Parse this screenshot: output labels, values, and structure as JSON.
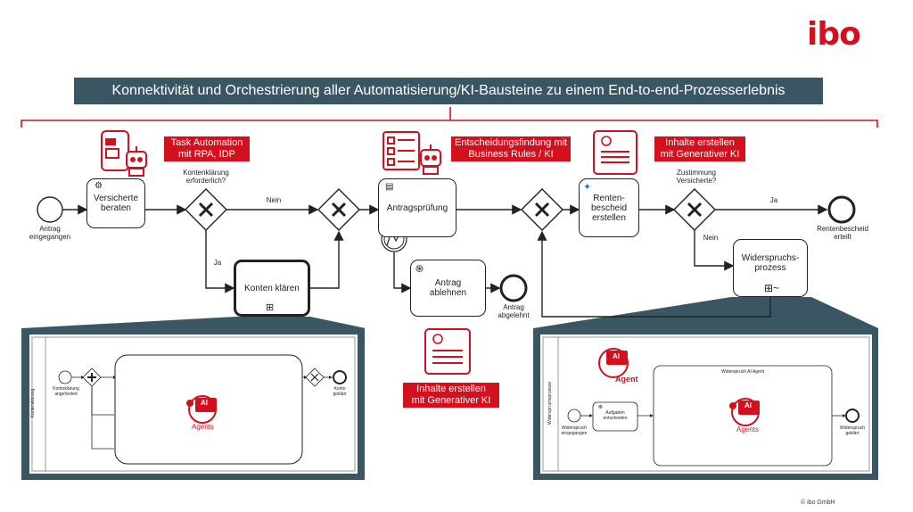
{
  "logo": "ibo",
  "banner": "Konnektivität und Orchestrierung aller Automatisierung/KI-Bausteine zu einem End-to-end-Prozesserlebnis",
  "labels": {
    "task_automation": [
      "Task Automation",
      "mit RPA, IDP"
    ],
    "entscheidung": [
      "Entscheidungsfindung mit",
      "Business Rules / KI"
    ],
    "inhalte_top": [
      "Inhalte erstellen",
      "mit Generativer KI"
    ],
    "inhalte_bottom": [
      "Inhalte erstellen",
      "mit Generativer KI"
    ]
  },
  "events": {
    "start": [
      "Antrag",
      "eingegangen"
    ],
    "abgelehnt": [
      "Antrag",
      "abgelehnt"
    ],
    "end": [
      "Rentenbescheid",
      "erteilt"
    ]
  },
  "gateways": {
    "g1_question": [
      "Kontenklärung",
      "erforderlich?"
    ],
    "g4_question": [
      "Zustimmung",
      "Versicherte?"
    ]
  },
  "flows": {
    "nein1": "Nein",
    "ja1": "Ja",
    "ja2": "Ja",
    "nein2": "Nein"
  },
  "tasks": {
    "beraten": [
      "Versicherte",
      "beraten"
    ],
    "konten": "Konten klären",
    "pruefung": "Antragsprüfung",
    "ablehnen": [
      "Antrag",
      "ablehnen"
    ],
    "bescheid": [
      "Renten-",
      "bescheid",
      "erstellen"
    ],
    "widerspruch": [
      "Widerspruchs-",
      "prozess"
    ]
  },
  "detail_left": {
    "lane": "Kontenklärung",
    "start": [
      "Kontoklärung",
      "angefordert"
    ],
    "end": [
      "Konto",
      "geklärt"
    ],
    "agents": "Agents",
    "ai": "AI"
  },
  "detail_right": {
    "lane": "Widerspruchsprozess",
    "agent": "Agent",
    "ai": "AI",
    "task": [
      "Aufgaben",
      "entscheiden"
    ],
    "sub_title": "Widerspruch AI Agent",
    "agents": "Agents",
    "start": [
      "Widerspruch",
      "eingegangen"
    ],
    "end": [
      "Widerspruch",
      "geklärt"
    ]
  },
  "copyright": "© ibo GmbH",
  "colors": {
    "brand_red": "#d5101e",
    "banner_bg": "#3a5663",
    "detail_bg": "#3a5663"
  }
}
